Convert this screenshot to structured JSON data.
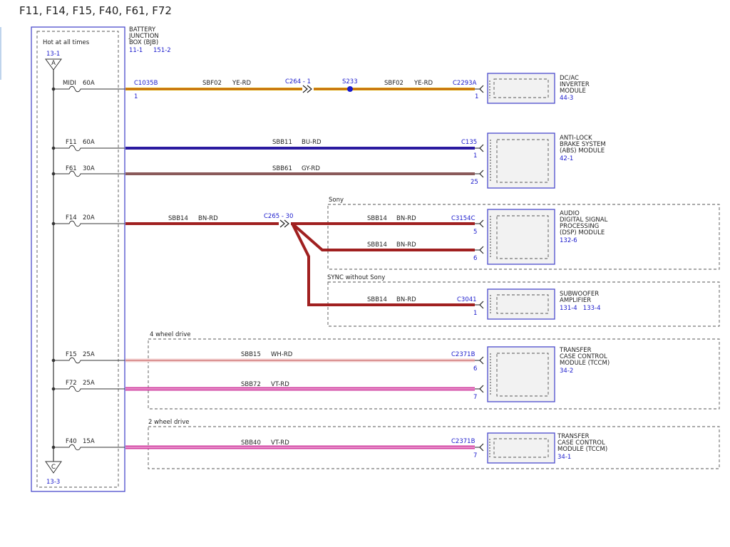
{
  "title": "F11, F14, F15, F40, F61, F72",
  "colors": {
    "ye_rd_main": "#d9a20a",
    "ye_rd_stripe": "#b03020",
    "bu_rd": "#2a1aa0",
    "gy_rd": "#8a5a5a",
    "bn_rd": "#a02020",
    "wh_rd_main": "#f4d4d4",
    "wh_rd_stripe": "#c05050",
    "vt_rd": "#d040a0",
    "vt_rd_light": "#f0a8d8",
    "ref_blue": "#1a1acc",
    "box_border": "#4a4acc"
  },
  "bjb": {
    "name_lines": [
      "BATTERY",
      "JUNCTION",
      "BOX (BJB)"
    ],
    "refs": [
      "11-1",
      "151-2"
    ],
    "hot_label": "Hot at all times",
    "top_ref": "13-1",
    "top_arrow": "A",
    "bottom_arrow": "C",
    "bottom_ref": "13-3"
  },
  "fuses": [
    {
      "name": "MIDI",
      "rating": "60A"
    },
    {
      "name": "F11",
      "rating": "60A"
    },
    {
      "name": "F61",
      "rating": "30A"
    },
    {
      "name": "F14",
      "rating": "20A"
    },
    {
      "name": "F15",
      "rating": "25A"
    },
    {
      "name": "F72",
      "rating": "25A"
    },
    {
      "name": "F40",
      "rating": "15A"
    }
  ],
  "connectors": {
    "c1035b": "C1035B",
    "c1035b_pin": "1",
    "c264": "C264 - 1",
    "s233": "S233",
    "c2293a": "C2293A",
    "c2293a_pin": "1",
    "c135": "C135",
    "c135_pin1": "1",
    "c135_pin2": "25",
    "c265": "C265 - 30",
    "c3154c": "C3154C",
    "c3154c_pin1": "5",
    "c3154c_pin2": "6",
    "c3041": "C3041",
    "c3041_pin": "1",
    "c2371b_4wd": "C2371B",
    "c2371b_pin1": "6",
    "c2371b_pin2": "7",
    "c2371b_2wd": "C2371B",
    "c2371b_2wd_pin": "7"
  },
  "circuits": {
    "sbf02_a": {
      "id": "SBF02",
      "color": "YE-RD"
    },
    "sbf02_b": {
      "id": "SBF02",
      "color": "YE-RD"
    },
    "sbb11": {
      "id": "SBB11",
      "color": "BU-RD"
    },
    "sbb61": {
      "id": "SBB61",
      "color": "GY-RD"
    },
    "sbb14_main": {
      "id": "SBB14",
      "color": "BN-RD"
    },
    "sbb14_b1": {
      "id": "SBB14",
      "color": "BN-RD"
    },
    "sbb14_b2": {
      "id": "SBB14",
      "color": "BN-RD"
    },
    "sbb14_b3": {
      "id": "SBB14",
      "color": "BN-RD"
    },
    "sbb15": {
      "id": "SBB15",
      "color": "WH-RD"
    },
    "sbb72": {
      "id": "SBB72",
      "color": "VT-RD"
    },
    "sbb40": {
      "id": "SBB40",
      "color": "VT-RD"
    }
  },
  "options": {
    "sony": "Sony",
    "sync_without_sony": "SYNC without Sony",
    "four_wd": "4 wheel drive",
    "two_wd": "2 wheel drive"
  },
  "modules": {
    "dcac": {
      "lines": [
        "DC/AC",
        "INVERTER",
        "MODULE"
      ],
      "ref": "44-3"
    },
    "abs": {
      "lines": [
        "ANTI-LOCK",
        "BRAKE SYSTEM",
        "(ABS) MODULE"
      ],
      "ref": "42-1"
    },
    "dsp": {
      "lines": [
        "AUDIO",
        "DIGITAL SIGNAL",
        "PROCESSING",
        "(DSP) MODULE"
      ],
      "ref": "132-6"
    },
    "sub": {
      "lines": [
        "SUBWOOFER",
        "AMPLIFIER"
      ],
      "ref": "131-4   133-4"
    },
    "tccm_4wd": {
      "lines": [
        "TRANSFER",
        "CASE CONTROL",
        "MODULE (TCCM)"
      ],
      "ref": "34-2"
    },
    "tccm_2wd": {
      "lines": [
        "TRANSFER",
        "CASE CONTROL",
        "MODULE (TCCM)"
      ],
      "ref": "34-1"
    }
  }
}
